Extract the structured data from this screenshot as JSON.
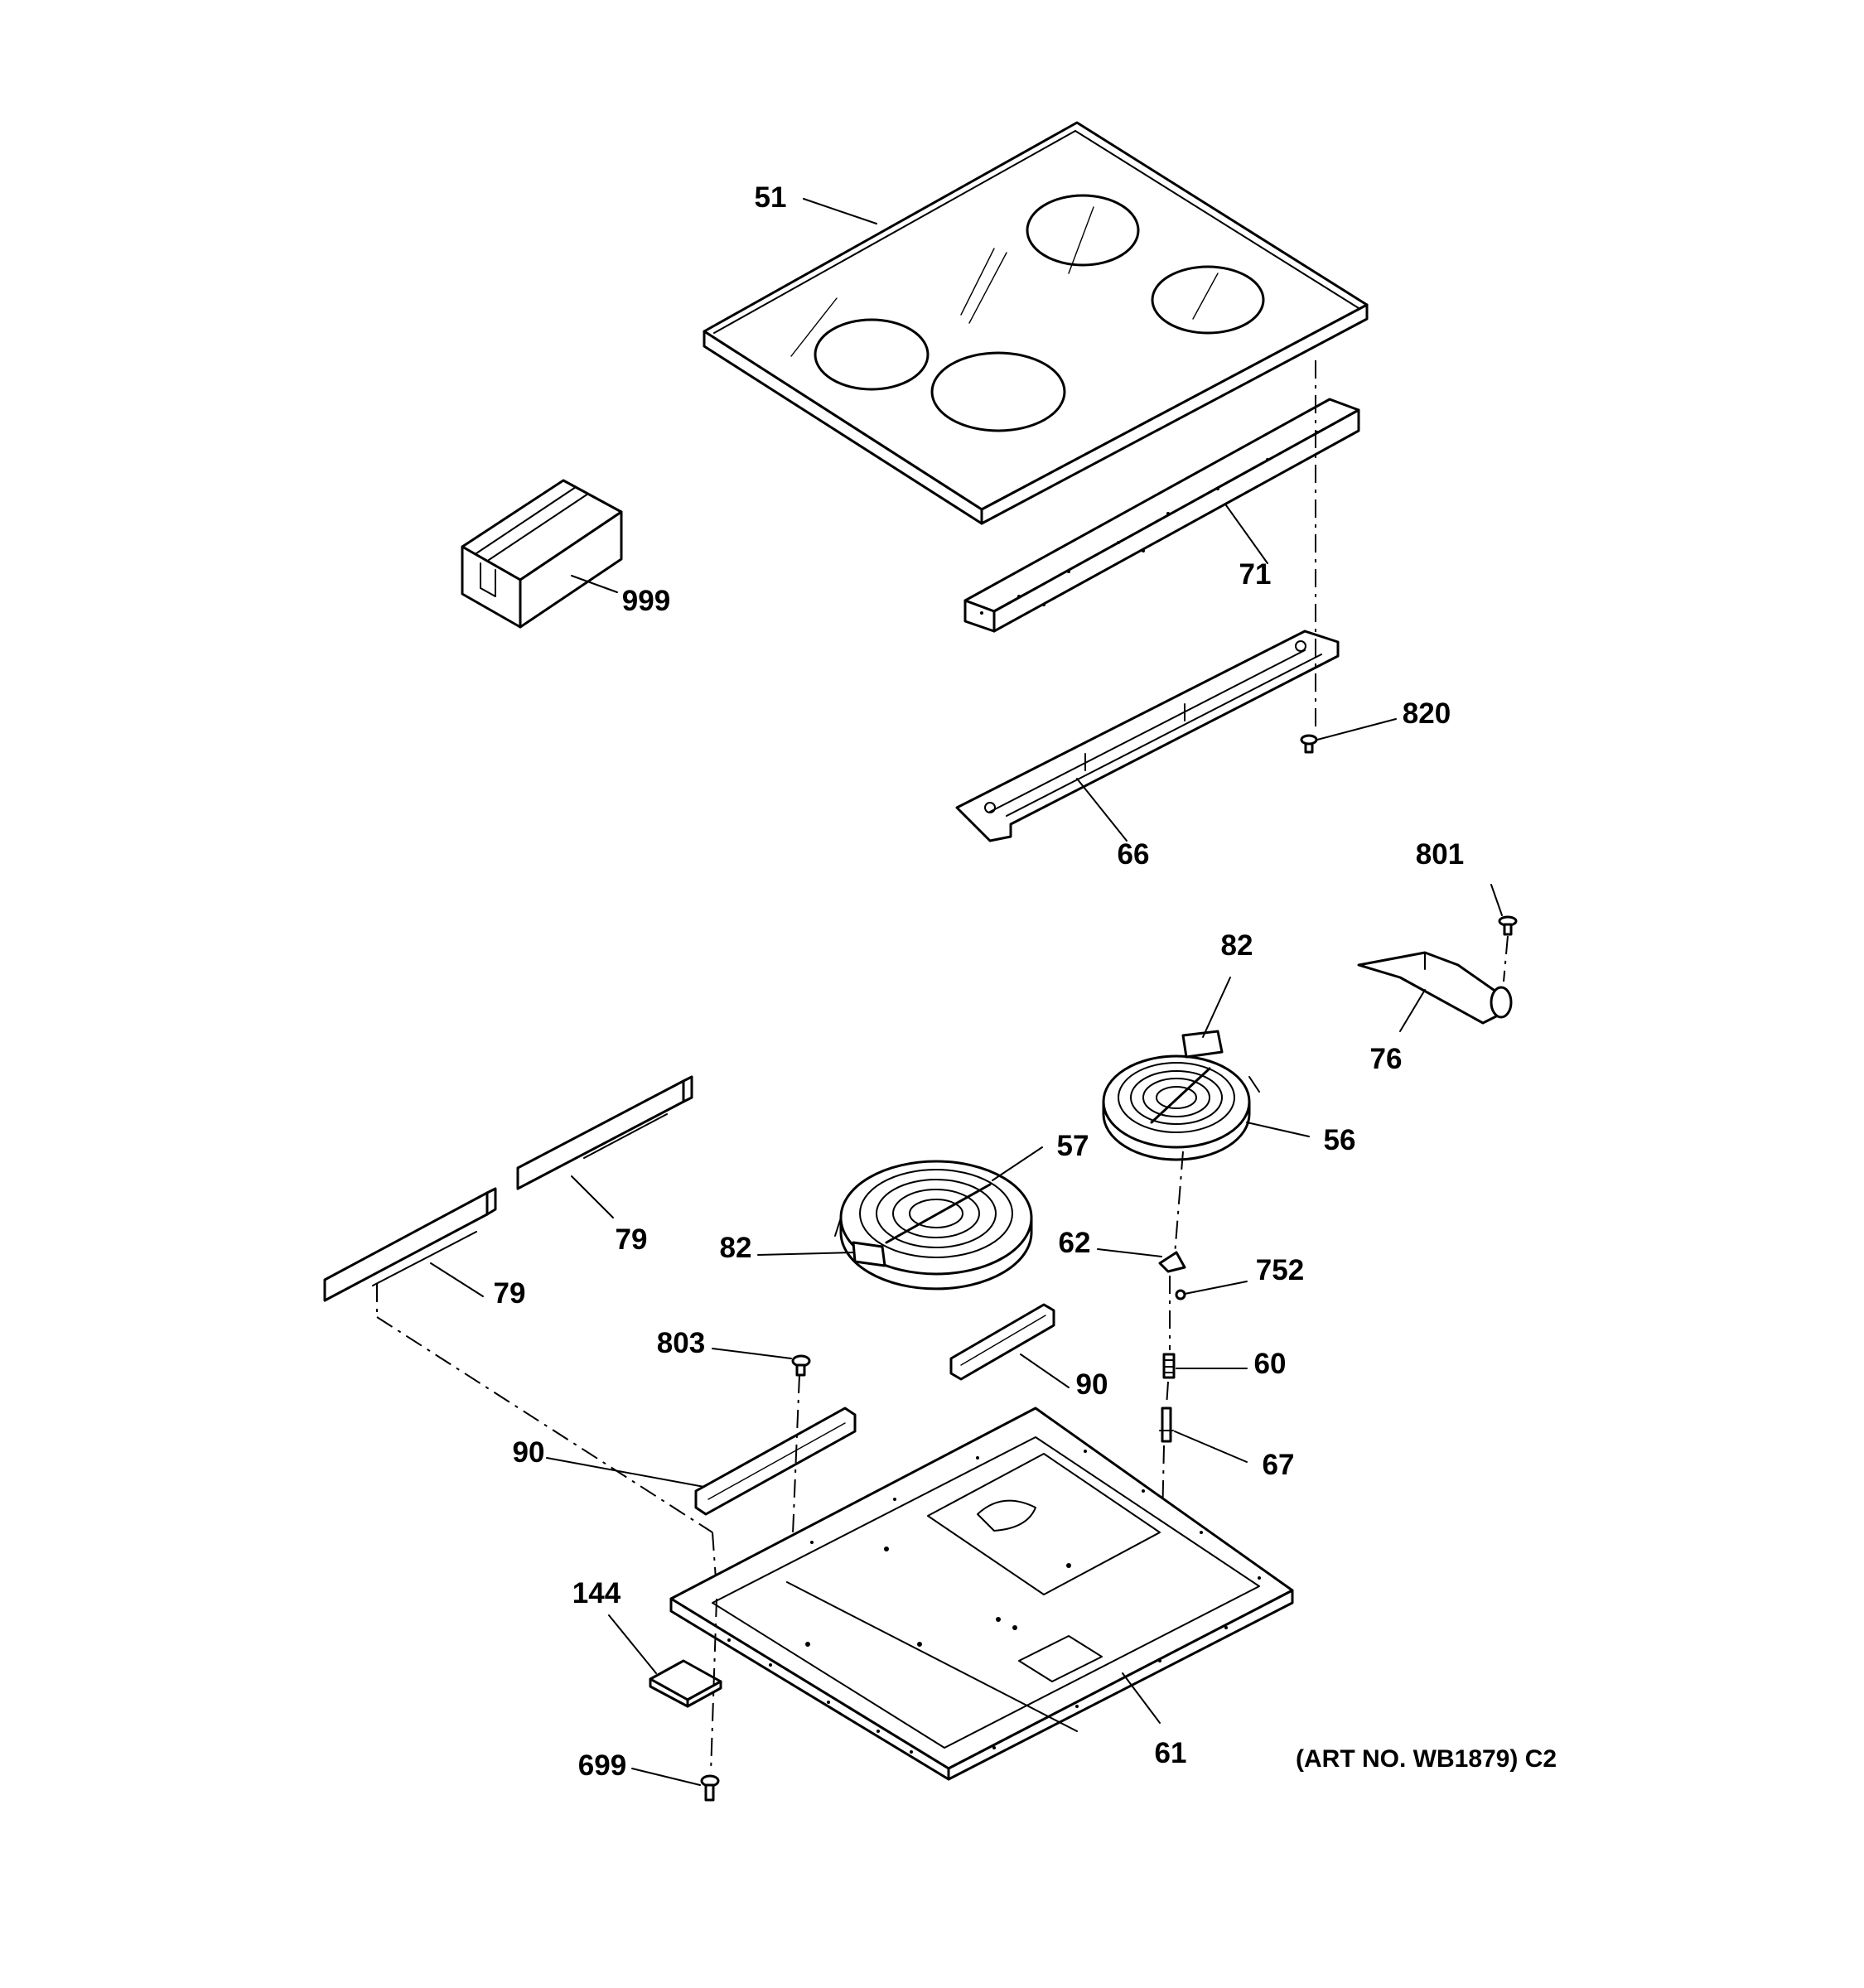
{
  "callouts": {
    "c51": "51",
    "c71": "71",
    "c999": "999",
    "c820": "820",
    "c66": "66",
    "c801": "801",
    "c82a": "82",
    "c76": "76",
    "c56": "56",
    "c57": "57",
    "c79a": "79",
    "c79b": "79",
    "c82b": "82",
    "c62": "62",
    "c752": "752",
    "c803": "803",
    "c90a": "90",
    "c60": "60",
    "c90b": "90",
    "c67": "67",
    "c144": "144",
    "c699": "699",
    "c61": "61"
  },
  "art_number": "(ART NO. WB1879) C2",
  "colors": {
    "line": "#000000",
    "background": "#ffffff"
  }
}
